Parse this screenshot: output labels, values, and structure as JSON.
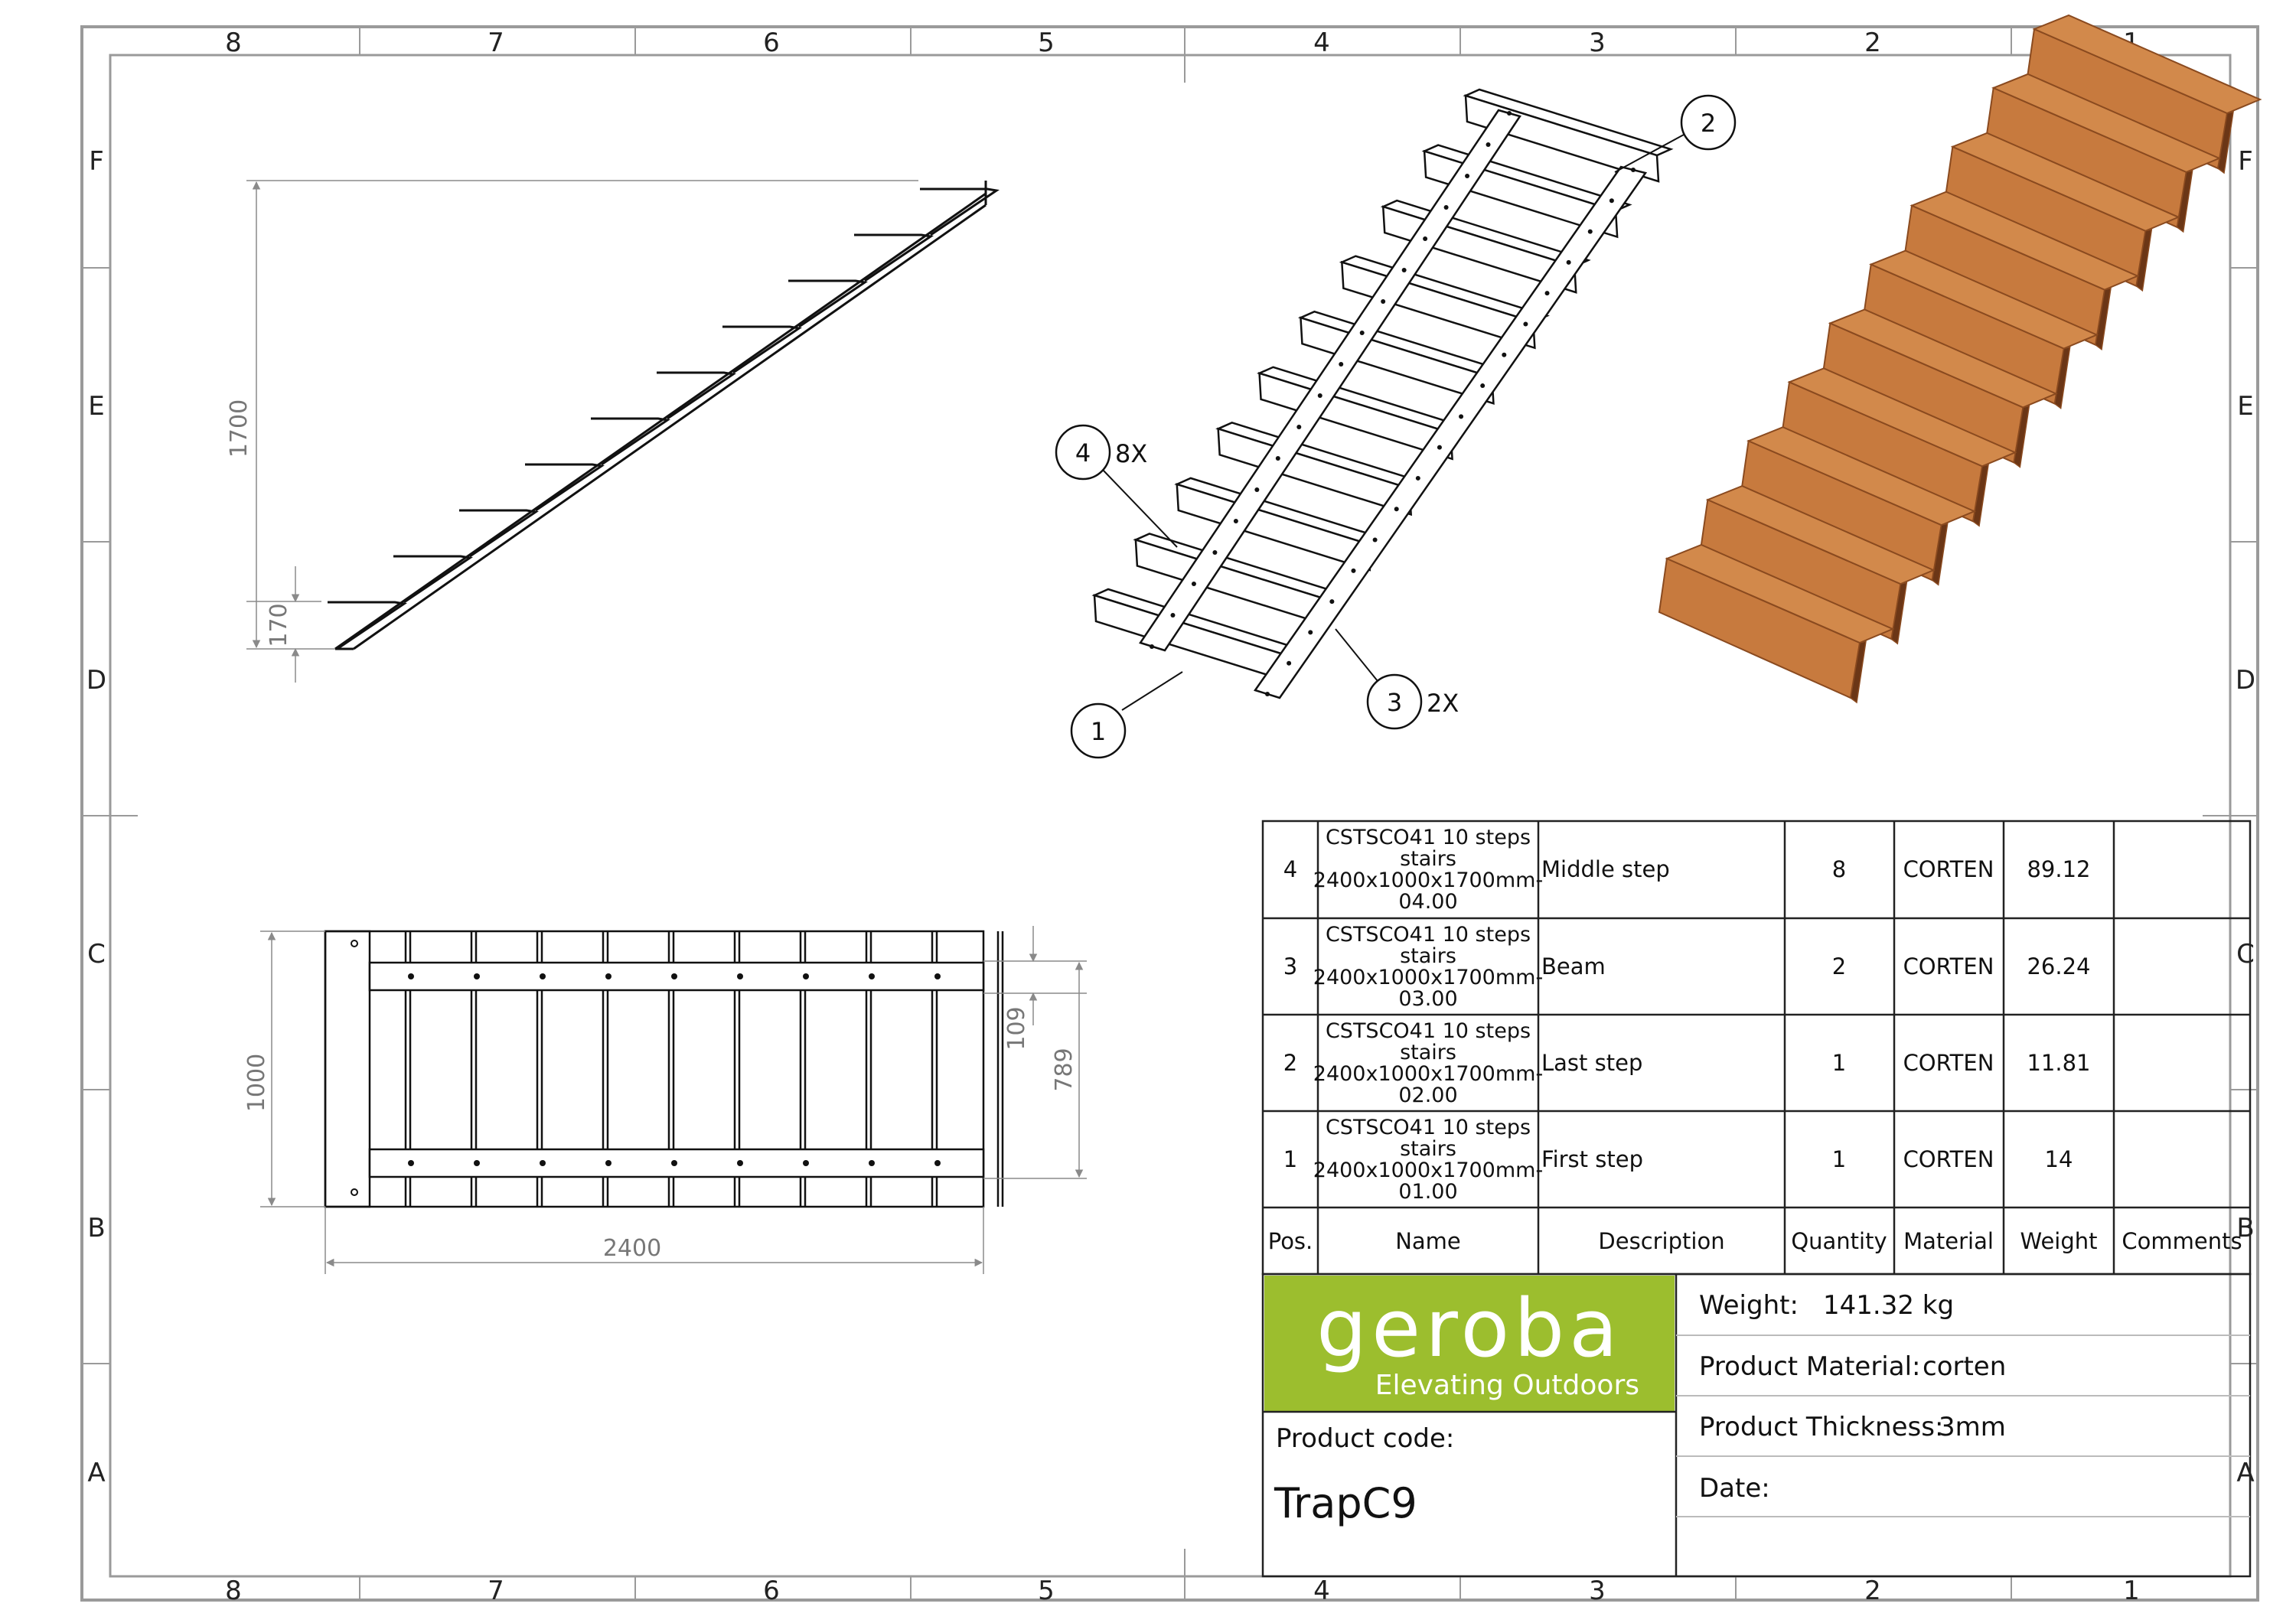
{
  "zones": {
    "columns": [
      "8",
      "7",
      "6",
      "5",
      "4",
      "3",
      "2",
      "1"
    ],
    "rows": [
      "F",
      "E",
      "D",
      "C",
      "B",
      "A"
    ]
  },
  "dimensions": {
    "height_total": "1700",
    "step_rise": "170",
    "width": "1000",
    "length": "2400",
    "beam_offset": "109",
    "beam_spacing": "789"
  },
  "balloons": [
    {
      "num": "1",
      "qty": ""
    },
    {
      "num": "2",
      "qty": ""
    },
    {
      "num": "3",
      "qty": "2X"
    },
    {
      "num": "4",
      "qty": "8X"
    }
  ],
  "bom": {
    "headers": [
      "Pos.",
      "Name",
      "Description",
      "Quantity",
      "Material",
      "Weight",
      "Comments"
    ],
    "rows": [
      {
        "pos": "4",
        "name": [
          "CSTSCO41 10 steps",
          "stairs",
          "2400x1000x1700mm-",
          "04.00"
        ],
        "description": "Middle step",
        "quantity": "8",
        "material": "CORTEN",
        "weight": "89.12",
        "comments": ""
      },
      {
        "pos": "3",
        "name": [
          "CSTSCO41 10 steps",
          "stairs",
          "2400x1000x1700mm-",
          "03.00"
        ],
        "description": "Beam",
        "quantity": "2",
        "material": "CORTEN",
        "weight": "26.24",
        "comments": ""
      },
      {
        "pos": "2",
        "name": [
          "CSTSCO41 10 steps",
          "stairs",
          "2400x1000x1700mm-",
          "02.00"
        ],
        "description": "Last step",
        "quantity": "1",
        "material": "CORTEN",
        "weight": "11.81",
        "comments": ""
      },
      {
        "pos": "1",
        "name": [
          "CSTSCO41 10 steps",
          "stairs",
          "2400x1000x1700mm-",
          "01.00"
        ],
        "description": "First step",
        "quantity": "1",
        "material": "CORTEN",
        "weight": "14",
        "comments": ""
      }
    ]
  },
  "title_block": {
    "brand": "geroba",
    "tagline": "Elevating Outdoors",
    "product_code_label": "Product code:",
    "product_code": "TrapC9",
    "weight_label": "Weight:",
    "weight_value": "141.32 kg",
    "material_label": "Product Material:",
    "material_value": "corten",
    "thickness_label": "Product Thickness:",
    "thickness_value": "3mm",
    "date_label": "Date:",
    "date_value": ""
  },
  "colors": {
    "brand_green": "#9cbe2e",
    "corten": "#c77a3e",
    "corten_dark": "#8a4a1f",
    "line": "#111111",
    "dim_line": "#8a8a8a"
  }
}
